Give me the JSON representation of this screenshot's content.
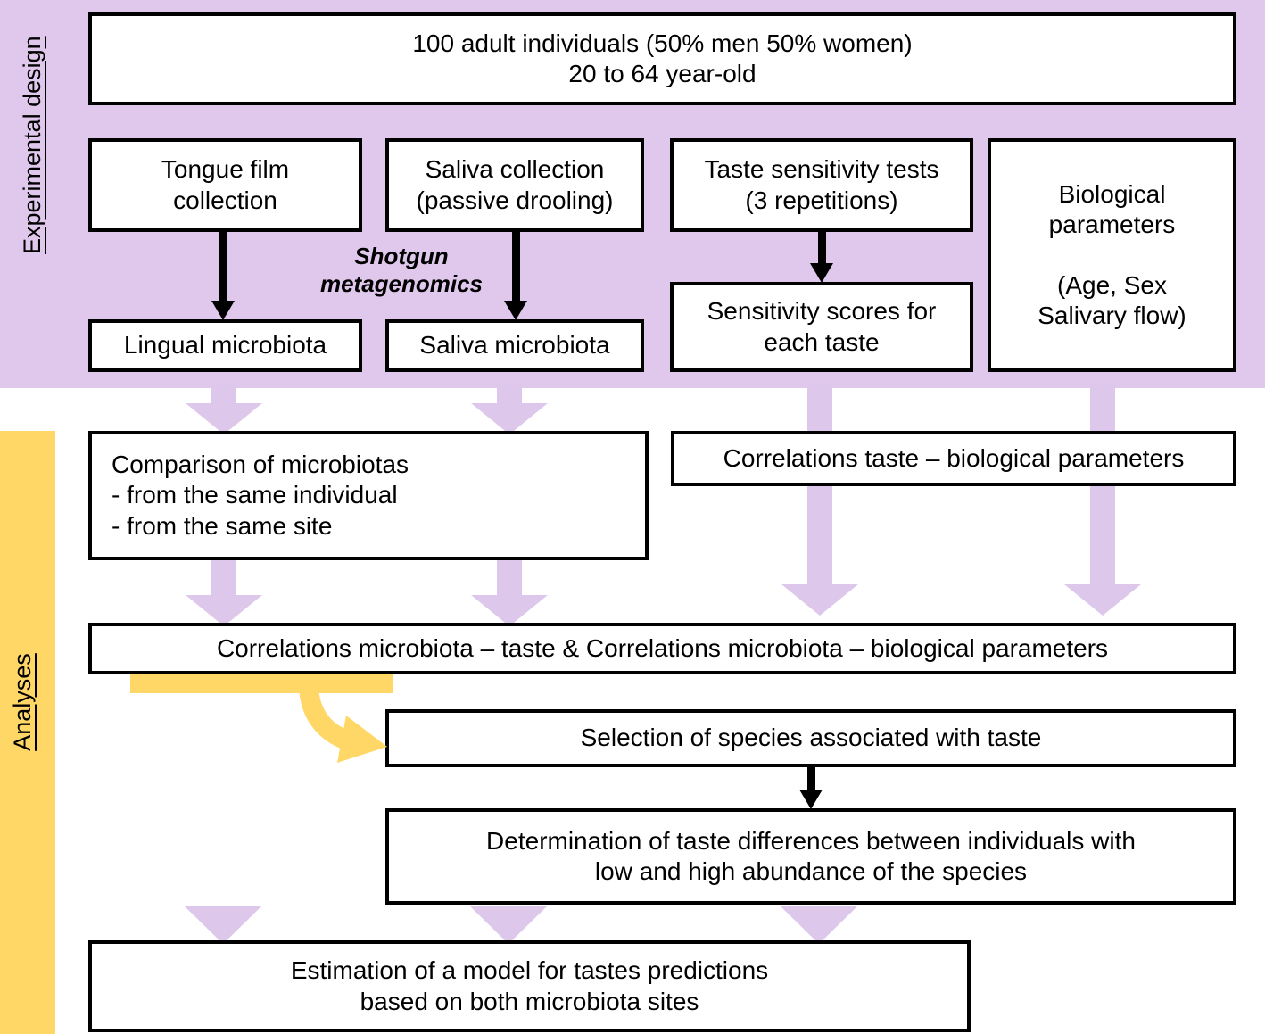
{
  "colors": {
    "experimental_band": "#dfc8ec",
    "analyses_band": "#ffd766",
    "purple_arrow": "#ddc8ec",
    "yellow_arrow": "#ffd766",
    "box_border": "#000000",
    "box_fill": "#ffffff"
  },
  "sections": {
    "experimental": {
      "label": "Experimental design"
    },
    "analyses": {
      "label": "Analyses"
    }
  },
  "boxes": {
    "cohort": {
      "text": "100 adult individuals (50% men 50% women)\n20 to 64 year-old"
    },
    "tongue_film": {
      "text": "Tongue film\ncollection"
    },
    "saliva_collection": {
      "text": "Saliva collection\n(passive drooling)"
    },
    "taste_tests": {
      "text": "Taste sensitivity tests\n(3 repetitions)"
    },
    "biological_parameters": {
      "text": "Biological\nparameters\n\n(Age, Sex\nSalivary flow)"
    },
    "lingual_microbiota": {
      "text": "Lingual microbiota"
    },
    "saliva_microbiota": {
      "text": "Saliva microbiota"
    },
    "sensitivity_scores": {
      "text": "Sensitivity scores for\neach taste"
    },
    "comparison": {
      "text": "Comparison of microbiotas\n-      from the same individual\n-      from the same site"
    },
    "correlations_taste_bio": {
      "text": "Correlations taste – biological parameters"
    },
    "correlations_microbiota": {
      "text": "Correlations microbiota – taste    &    Correlations microbiota – biological parameters"
    },
    "selection_species": {
      "text": "Selection of species associated with taste"
    },
    "determination_differences": {
      "text": "Determination of taste differences between individuals with\nlow and high abundance of the species"
    },
    "model_estimation": {
      "text": "Estimation of a model for tastes predictions\nbased on both microbiota sites"
    }
  },
  "annotations": {
    "shotgun": {
      "text": "Shotgun\nmetagenomics"
    }
  }
}
